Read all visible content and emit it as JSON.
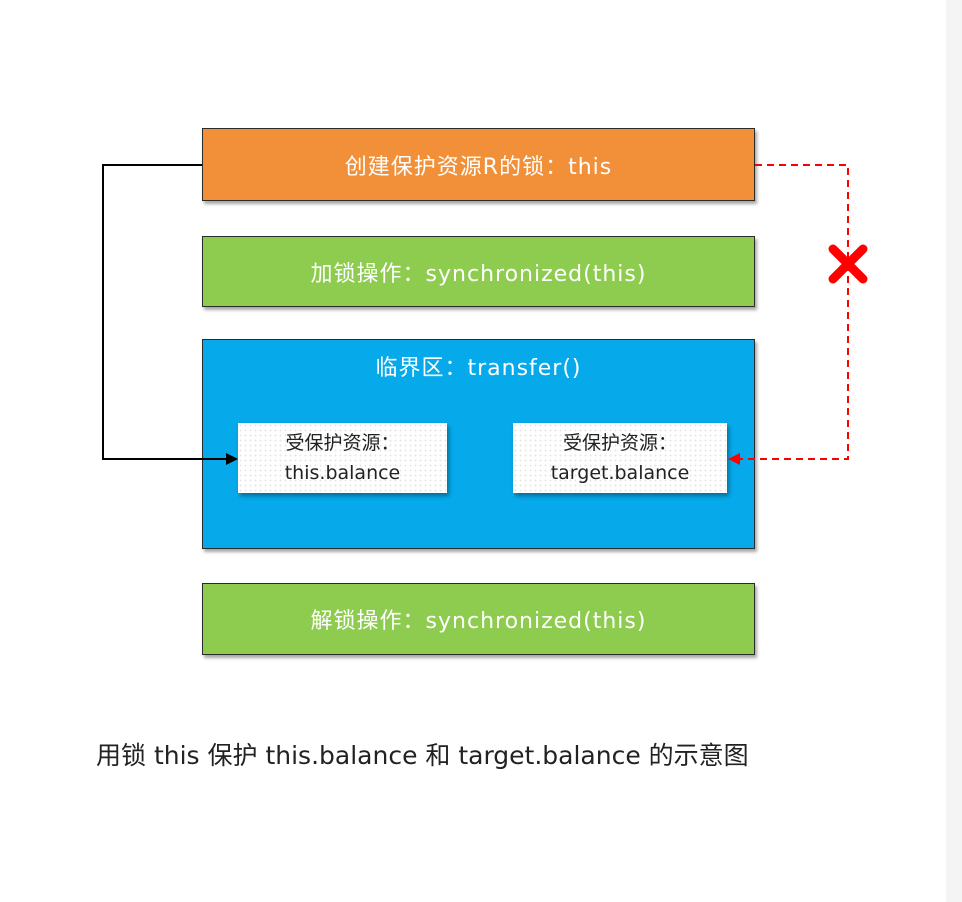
{
  "diagram": {
    "lock_box": {
      "label": "创建保护资源R的锁：this",
      "color": "#f2903a"
    },
    "lock_op": {
      "label": "加锁操作：synchronized(this)",
      "color": "#8ecc4f"
    },
    "critical_section": {
      "label": "临界区：transfer()",
      "color": "#06a9ea"
    },
    "resource_this": {
      "line1": "受保护资源：",
      "line2": "this.balance"
    },
    "resource_target": {
      "line1": "受保护资源：",
      "line2": "target.balance"
    },
    "unlock_op": {
      "label": "解锁操作：synchronized(this)",
      "color": "#8ecc4f"
    },
    "arrows": {
      "valid": {
        "from": "lock_box",
        "to": "resource_this",
        "style": "solid",
        "color": "#000000"
      },
      "invalid": {
        "from": "lock_box",
        "to": "resource_target",
        "style": "dashed",
        "color": "#ff0000",
        "marker": "cross"
      }
    }
  },
  "caption": "用锁 this 保护 this.balance 和 target.balance 的示意图"
}
